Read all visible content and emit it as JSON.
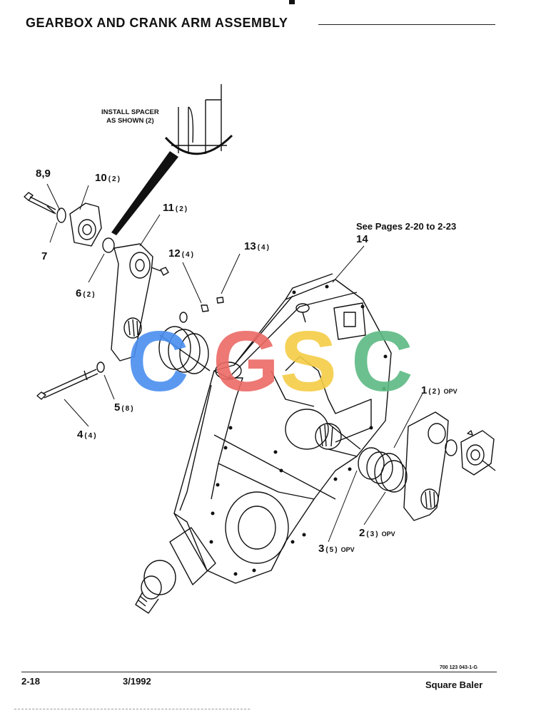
{
  "header": {
    "title": "GEARBOX AND CRANK ARM ASSEMBLY"
  },
  "detail_note": {
    "line1": "INSTALL SPACER",
    "line2": "AS SHOWN (2)"
  },
  "reference_note": {
    "text": "See Pages 2-20 to 2-23"
  },
  "callouts": [
    {
      "id": "c89",
      "number": "8,9",
      "qty": ""
    },
    {
      "id": "c10",
      "number": "10",
      "qty": "(2)"
    },
    {
      "id": "c11",
      "number": "11",
      "qty": "(2)"
    },
    {
      "id": "c7",
      "number": "7",
      "qty": ""
    },
    {
      "id": "c6",
      "number": "6",
      "qty": "(2)"
    },
    {
      "id": "c12",
      "number": "12",
      "qty": "(4)"
    },
    {
      "id": "c13",
      "number": "13",
      "qty": "(4)"
    },
    {
      "id": "c14",
      "number": "14",
      "qty": ""
    },
    {
      "id": "c5",
      "number": "5",
      "qty": "(8)"
    },
    {
      "id": "c4",
      "number": "4",
      "qty": "(4)"
    },
    {
      "id": "c1",
      "number": "1",
      "qty": "(2)",
      "opv": "OPV"
    },
    {
      "id": "c2",
      "number": "2",
      "qty": "(3)",
      "opv": "OPV"
    },
    {
      "id": "c3",
      "number": "3",
      "qty": "(5)",
      "opv": "OPV"
    }
  ],
  "watermark": {
    "letters": [
      "C",
      "G",
      "S",
      "C"
    ],
    "colors": [
      "#4a8ff0",
      "#ec6a66",
      "#f5cd45",
      "#5dba83"
    ]
  },
  "footer": {
    "page": "2-18",
    "date": "3/1992",
    "doc_code": "700 123 043-1-G",
    "product": "Square Baler"
  }
}
